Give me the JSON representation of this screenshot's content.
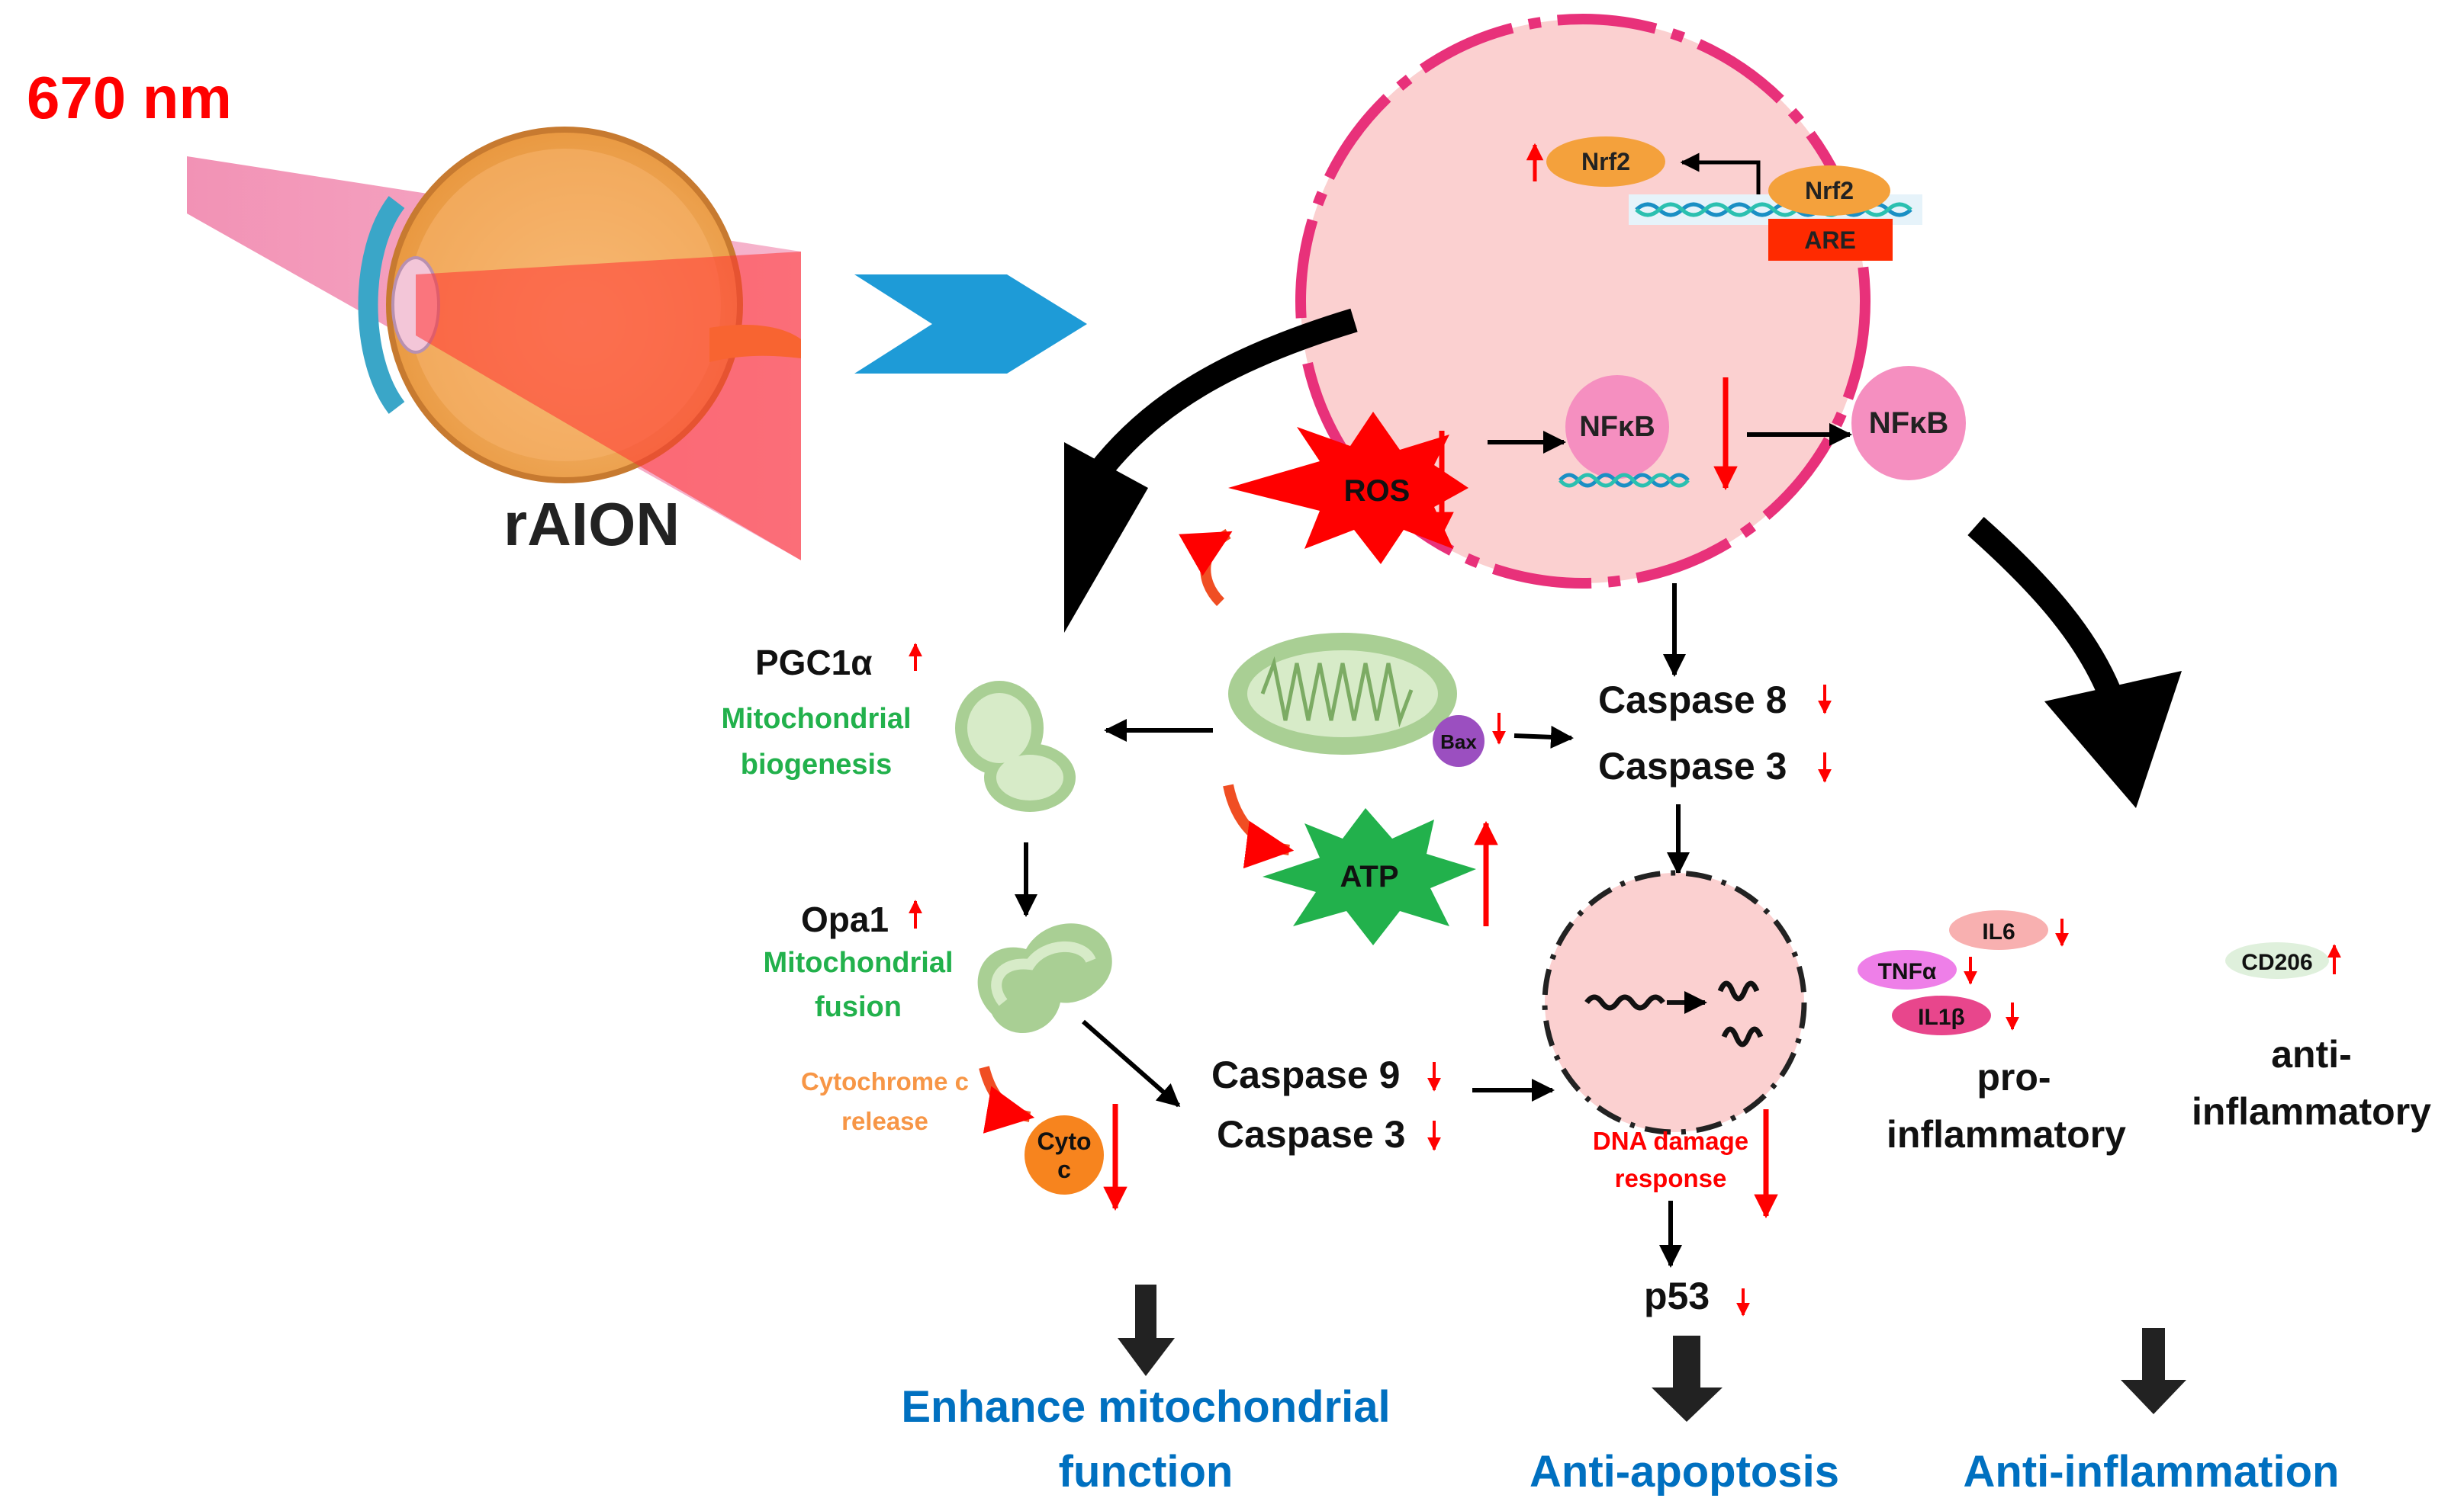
{
  "wavelength_label": "670 nm",
  "model_label": "rAION",
  "nucleus": {
    "nrf2_free": "Nrf2",
    "nrf2_bound": "Nrf2",
    "are": "ARE",
    "nfkb_left": "NFκB",
    "nfkb_right": "NFκB"
  },
  "ros_label": "ROS",
  "atp_label": "ATP",
  "bax_label": "Bax",
  "pgc1a_label": "PGC1α",
  "mito_biogenesis": [
    "Mitochondrial",
    "biogenesis"
  ],
  "opa1_label": "Opa1",
  "mito_fusion": [
    "Mitochondrial",
    "fusion"
  ],
  "cytochrome_release": [
    "Cytochrome c",
    "release"
  ],
  "cyto_c": [
    "Cyto",
    "c"
  ],
  "caspase8": "Caspase 8",
  "caspase3_top": "Caspase 3",
  "caspase9": "Caspase 9",
  "caspase3_bottom": "Caspase 3",
  "dna_damage": [
    "DNA damage",
    "response"
  ],
  "p53_label": "p53",
  "cytokines": {
    "il6": "IL6",
    "tnfa": "TNFα",
    "il1b": "IL1β",
    "cd206": "CD206"
  },
  "pro_inflammatory": [
    "pro-",
    "inflammatory"
  ],
  "anti_inflammatory": [
    "anti-",
    "inflammatory"
  ],
  "outcomes": {
    "mito": [
      "Enhance mitochondrial",
      "function"
    ],
    "apoptosis": "Anti-apoptosis",
    "inflammation": "Anti-inflammation"
  },
  "colors": {
    "red": "#ff0000",
    "green_text": "#22b14c",
    "orange_text": "#f79646",
    "blue_text": "#0070c0",
    "nucleus_fill": "#fbd0d0",
    "nucleus_border": "#e8317a",
    "chevron_blue": "#1e9bd7"
  }
}
